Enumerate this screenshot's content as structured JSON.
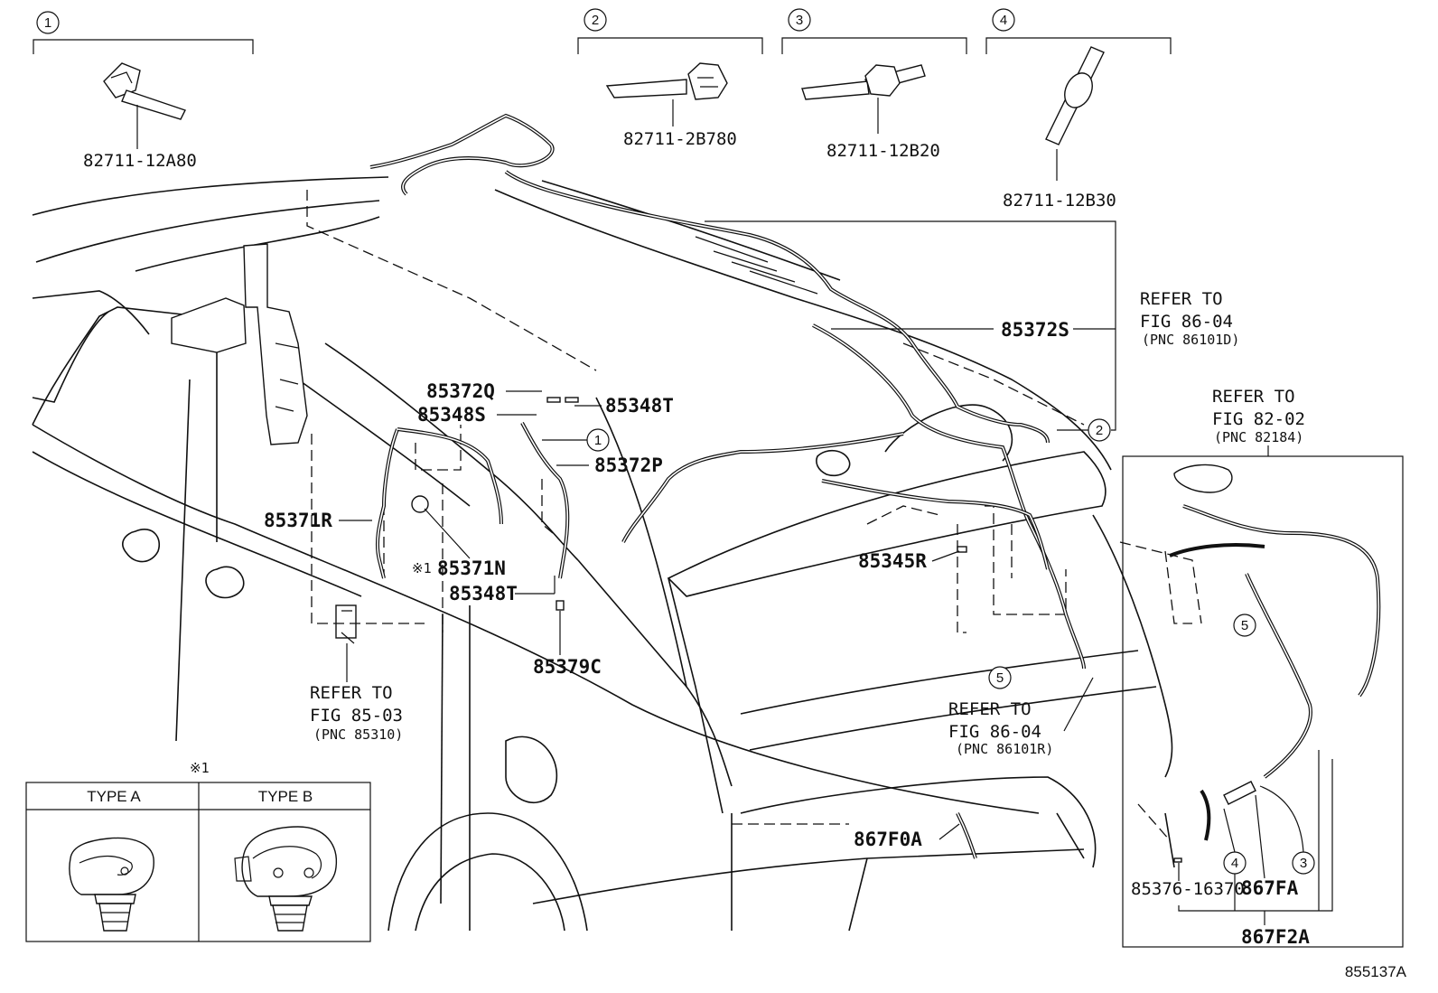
{
  "callouts": {
    "c1": "1",
    "c2": "2",
    "c3": "3",
    "c4": "4",
    "c5": "5"
  },
  "clamps": {
    "clamp1": "82711-12A80",
    "clamp2": "82711-2B780",
    "clamp3": "82711-12B20",
    "clamp4": "82711-12B30"
  },
  "parts": {
    "p85372S": "85372S",
    "p85372Q": "85372Q",
    "p85348S": "85348S",
    "p85348T_top": "85348T",
    "p85372P": "85372P",
    "p85371R": "85371R",
    "p85371N": "85371N",
    "p85371N_mark": "※1",
    "p85348T_mid": "85348T",
    "p85379C": "85379C",
    "p85345R": "85345R",
    "p867F0A": "867F0A",
    "p85376": "85376-16370",
    "p867FA": "867FA",
    "p867F2A": "867F2A"
  },
  "refs": {
    "ref1": {
      "line1": "REFER TO",
      "line2": "FIG 86-04",
      "line3": "(PNC 86101D)"
    },
    "ref2": {
      "line1": "REFER TO",
      "line2": "FIG 82-02",
      "line3": "(PNC 82184)"
    },
    "ref3": {
      "line1": "REFER TO",
      "line2": "FIG 85-03",
      "line3": "(PNC 85310)"
    },
    "ref4": {
      "line1": "REFER TO",
      "line2": "FIG 86-04",
      "line3": "(PNC 86101R)"
    }
  },
  "inset": {
    "mark": "※1",
    "type_a": "TYPE A",
    "type_b": "TYPE B"
  },
  "figure_id": "855137A"
}
